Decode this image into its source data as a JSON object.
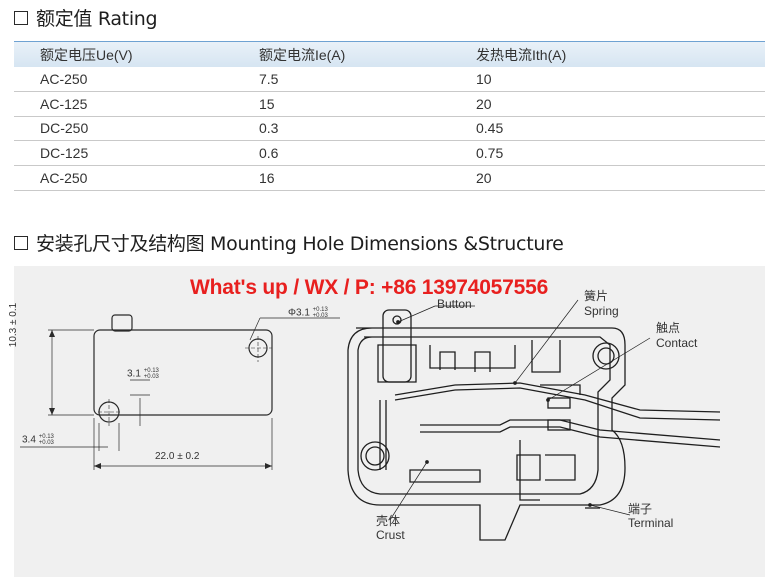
{
  "rating": {
    "title": "额定值 Rating",
    "headers": [
      "额定电压Ue(V)",
      "额定电流Ie(A)",
      "发热电流Ith(A)"
    ],
    "rows": [
      [
        "AC-250",
        "7.5",
        "10"
      ],
      [
        "AC-125",
        "15",
        "20"
      ],
      [
        "DC-250",
        "0.3",
        "0.45"
      ],
      [
        "DC-125",
        "0.6",
        "0.75"
      ],
      [
        "AC-250",
        "16",
        "20"
      ]
    ]
  },
  "mounting": {
    "title": "安装孔尺寸及结构图 Mounting Hole Dimensions &Structure",
    "watermark": "What's up / WX / P: +86 13974057556",
    "dimensions": {
      "phi": "Φ3.1",
      "phi_tol_up": "+0.13",
      "phi_tol_down": "+0.03",
      "hole": "3.1",
      "hole_tol_up": "+0.13",
      "hole_tol_down": "+0.03",
      "height": "10.3 ± 0.1",
      "offset": "3.4",
      "offset_tol_up": "+0.13",
      "offset_tol_down": "+0.03",
      "width": "22.0 ± 0.2"
    },
    "labels": {
      "button": "Button",
      "spring_cn": "簧片",
      "spring": "Spring",
      "contact_cn": "触点",
      "contact": "Contact",
      "terminal_cn": "端子",
      "terminal": "Terminal",
      "crust_cn": "壳体",
      "crust": "Crust"
    }
  }
}
